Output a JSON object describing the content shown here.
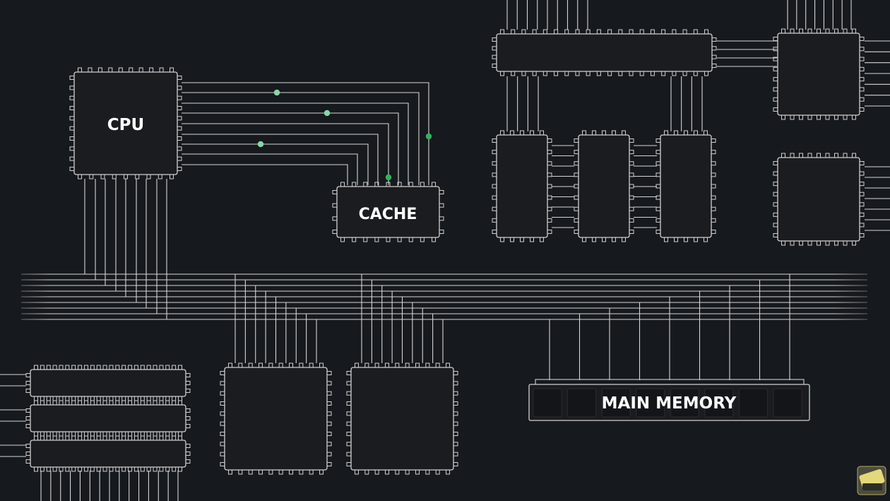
{
  "diagram": {
    "cpu_label": "CPU",
    "cache_label": "CACHE",
    "memory_label": "MAIN MEMORY"
  },
  "colors": {
    "background": "#16191d",
    "chip_fill": "#1b1c1f",
    "chip_stroke": "#d0d0d0",
    "wire": "#d6d6d6",
    "signal_dot": "#86d8a8",
    "signal_dot_alt": "#2fb35a"
  },
  "corner_logo": {
    "icon": "corner-logo-icon"
  }
}
